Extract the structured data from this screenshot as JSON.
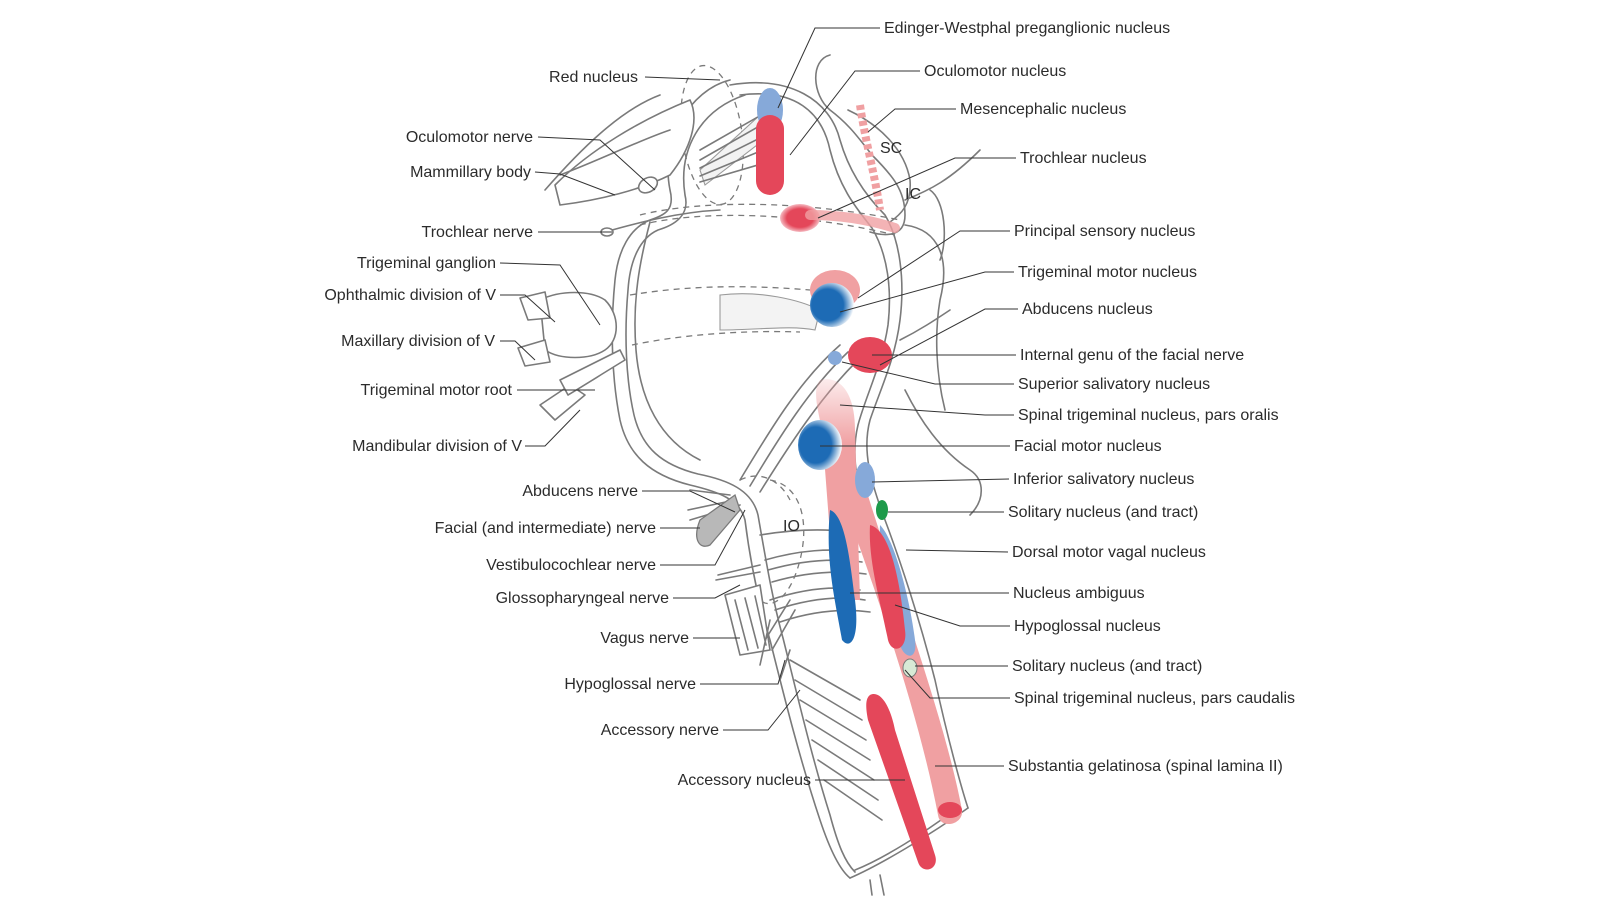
{
  "colors": {
    "motor_red": "#e4475a",
    "sensory_pink": "#f0a0a2",
    "parasympathetic_blue": "#1d6bb5",
    "light_blue": "#86a9d9",
    "green": "#1e9a4a",
    "pale_green": "#d8ead6",
    "outline": "#7a7a7a"
  },
  "region_tags": {
    "sc": "SC",
    "ic": "IC",
    "io": "IO"
  },
  "labels_left": [
    {
      "text": "Red nucleus"
    },
    {
      "text": "Oculomotor nerve"
    },
    {
      "text": "Mammillary body"
    },
    {
      "text": "Trochlear nerve"
    },
    {
      "text": "Trigeminal ganglion"
    },
    {
      "text": "Ophthalmic division of V"
    },
    {
      "text": "Maxillary division of V"
    },
    {
      "text": "Trigeminal motor root"
    },
    {
      "text": "Mandibular division of V"
    },
    {
      "text": "Abducens nerve"
    },
    {
      "text": "Facial (and intermediate) nerve"
    },
    {
      "text": "Vestibulocochlear nerve"
    },
    {
      "text": "Glossopharyngeal nerve"
    },
    {
      "text": "Vagus nerve"
    },
    {
      "text": "Hypoglossal nerve"
    },
    {
      "text": "Accessory nerve"
    },
    {
      "text": "Accessory nucleus"
    }
  ],
  "labels_right": [
    {
      "text": "Edinger-Westphal preganglionic nucleus"
    },
    {
      "text": "Oculomotor nucleus"
    },
    {
      "text": "Mesencephalic nucleus"
    },
    {
      "text": "Trochlear nucleus"
    },
    {
      "text": "Principal sensory nucleus"
    },
    {
      "text": "Trigeminal motor nucleus"
    },
    {
      "text": "Abducens nucleus"
    },
    {
      "text": "Internal genu of the facial nerve"
    },
    {
      "text": "Superior salivatory nucleus"
    },
    {
      "text": "Spinal trigeminal nucleus, pars oralis"
    },
    {
      "text": "Facial motor nucleus"
    },
    {
      "text": "Inferior salivatory nucleus"
    },
    {
      "text": "Solitary nucleus (and tract)"
    },
    {
      "text": "Dorsal motor vagal nucleus"
    },
    {
      "text": "Nucleus ambiguus"
    },
    {
      "text": "Hypoglossal nucleus"
    },
    {
      "text": "Solitary nucleus (and tract)"
    },
    {
      "text": "Spinal trigeminal nucleus, pars caudalis"
    },
    {
      "text": "Substantia gelatinosa (spinal lamina II)"
    }
  ]
}
